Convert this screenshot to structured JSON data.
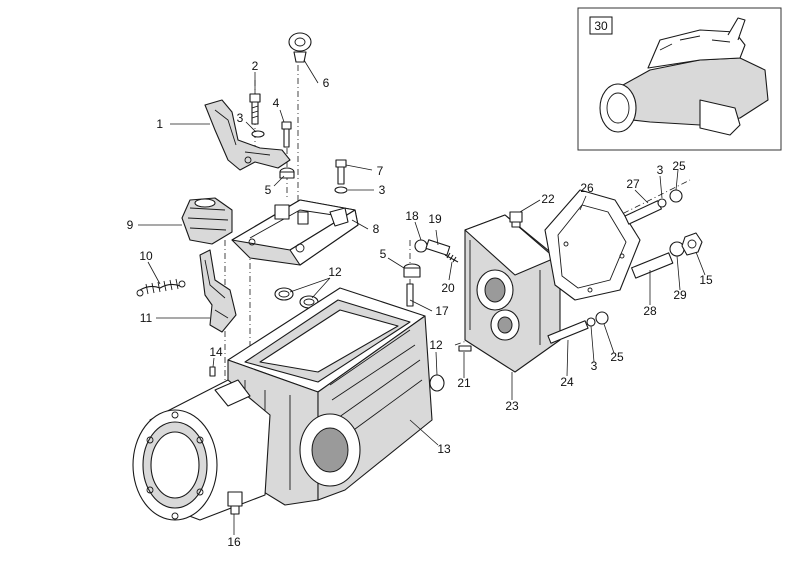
{
  "inset": {
    "number": "30"
  },
  "callouts": {
    "c1": "1",
    "c2": "2",
    "c3a": "3",
    "c4": "4",
    "c5a": "5",
    "c6": "6",
    "c7": "7",
    "c3b": "3",
    "c8": "8",
    "c9": "9",
    "c10": "10",
    "c11": "11",
    "c12a": "12",
    "c5b": "5",
    "c18": "18",
    "c19": "19",
    "c20": "20",
    "c17": "17",
    "c22": "22",
    "c26": "26",
    "c27": "27",
    "c3c": "3",
    "c25a": "25",
    "c15": "15",
    "c29": "29",
    "c28": "28",
    "c25b": "25",
    "c3d": "3",
    "c24": "24",
    "c23": "23",
    "c21": "21",
    "c12b": "12",
    "c14": "14",
    "c13": "13",
    "c16": "16"
  }
}
